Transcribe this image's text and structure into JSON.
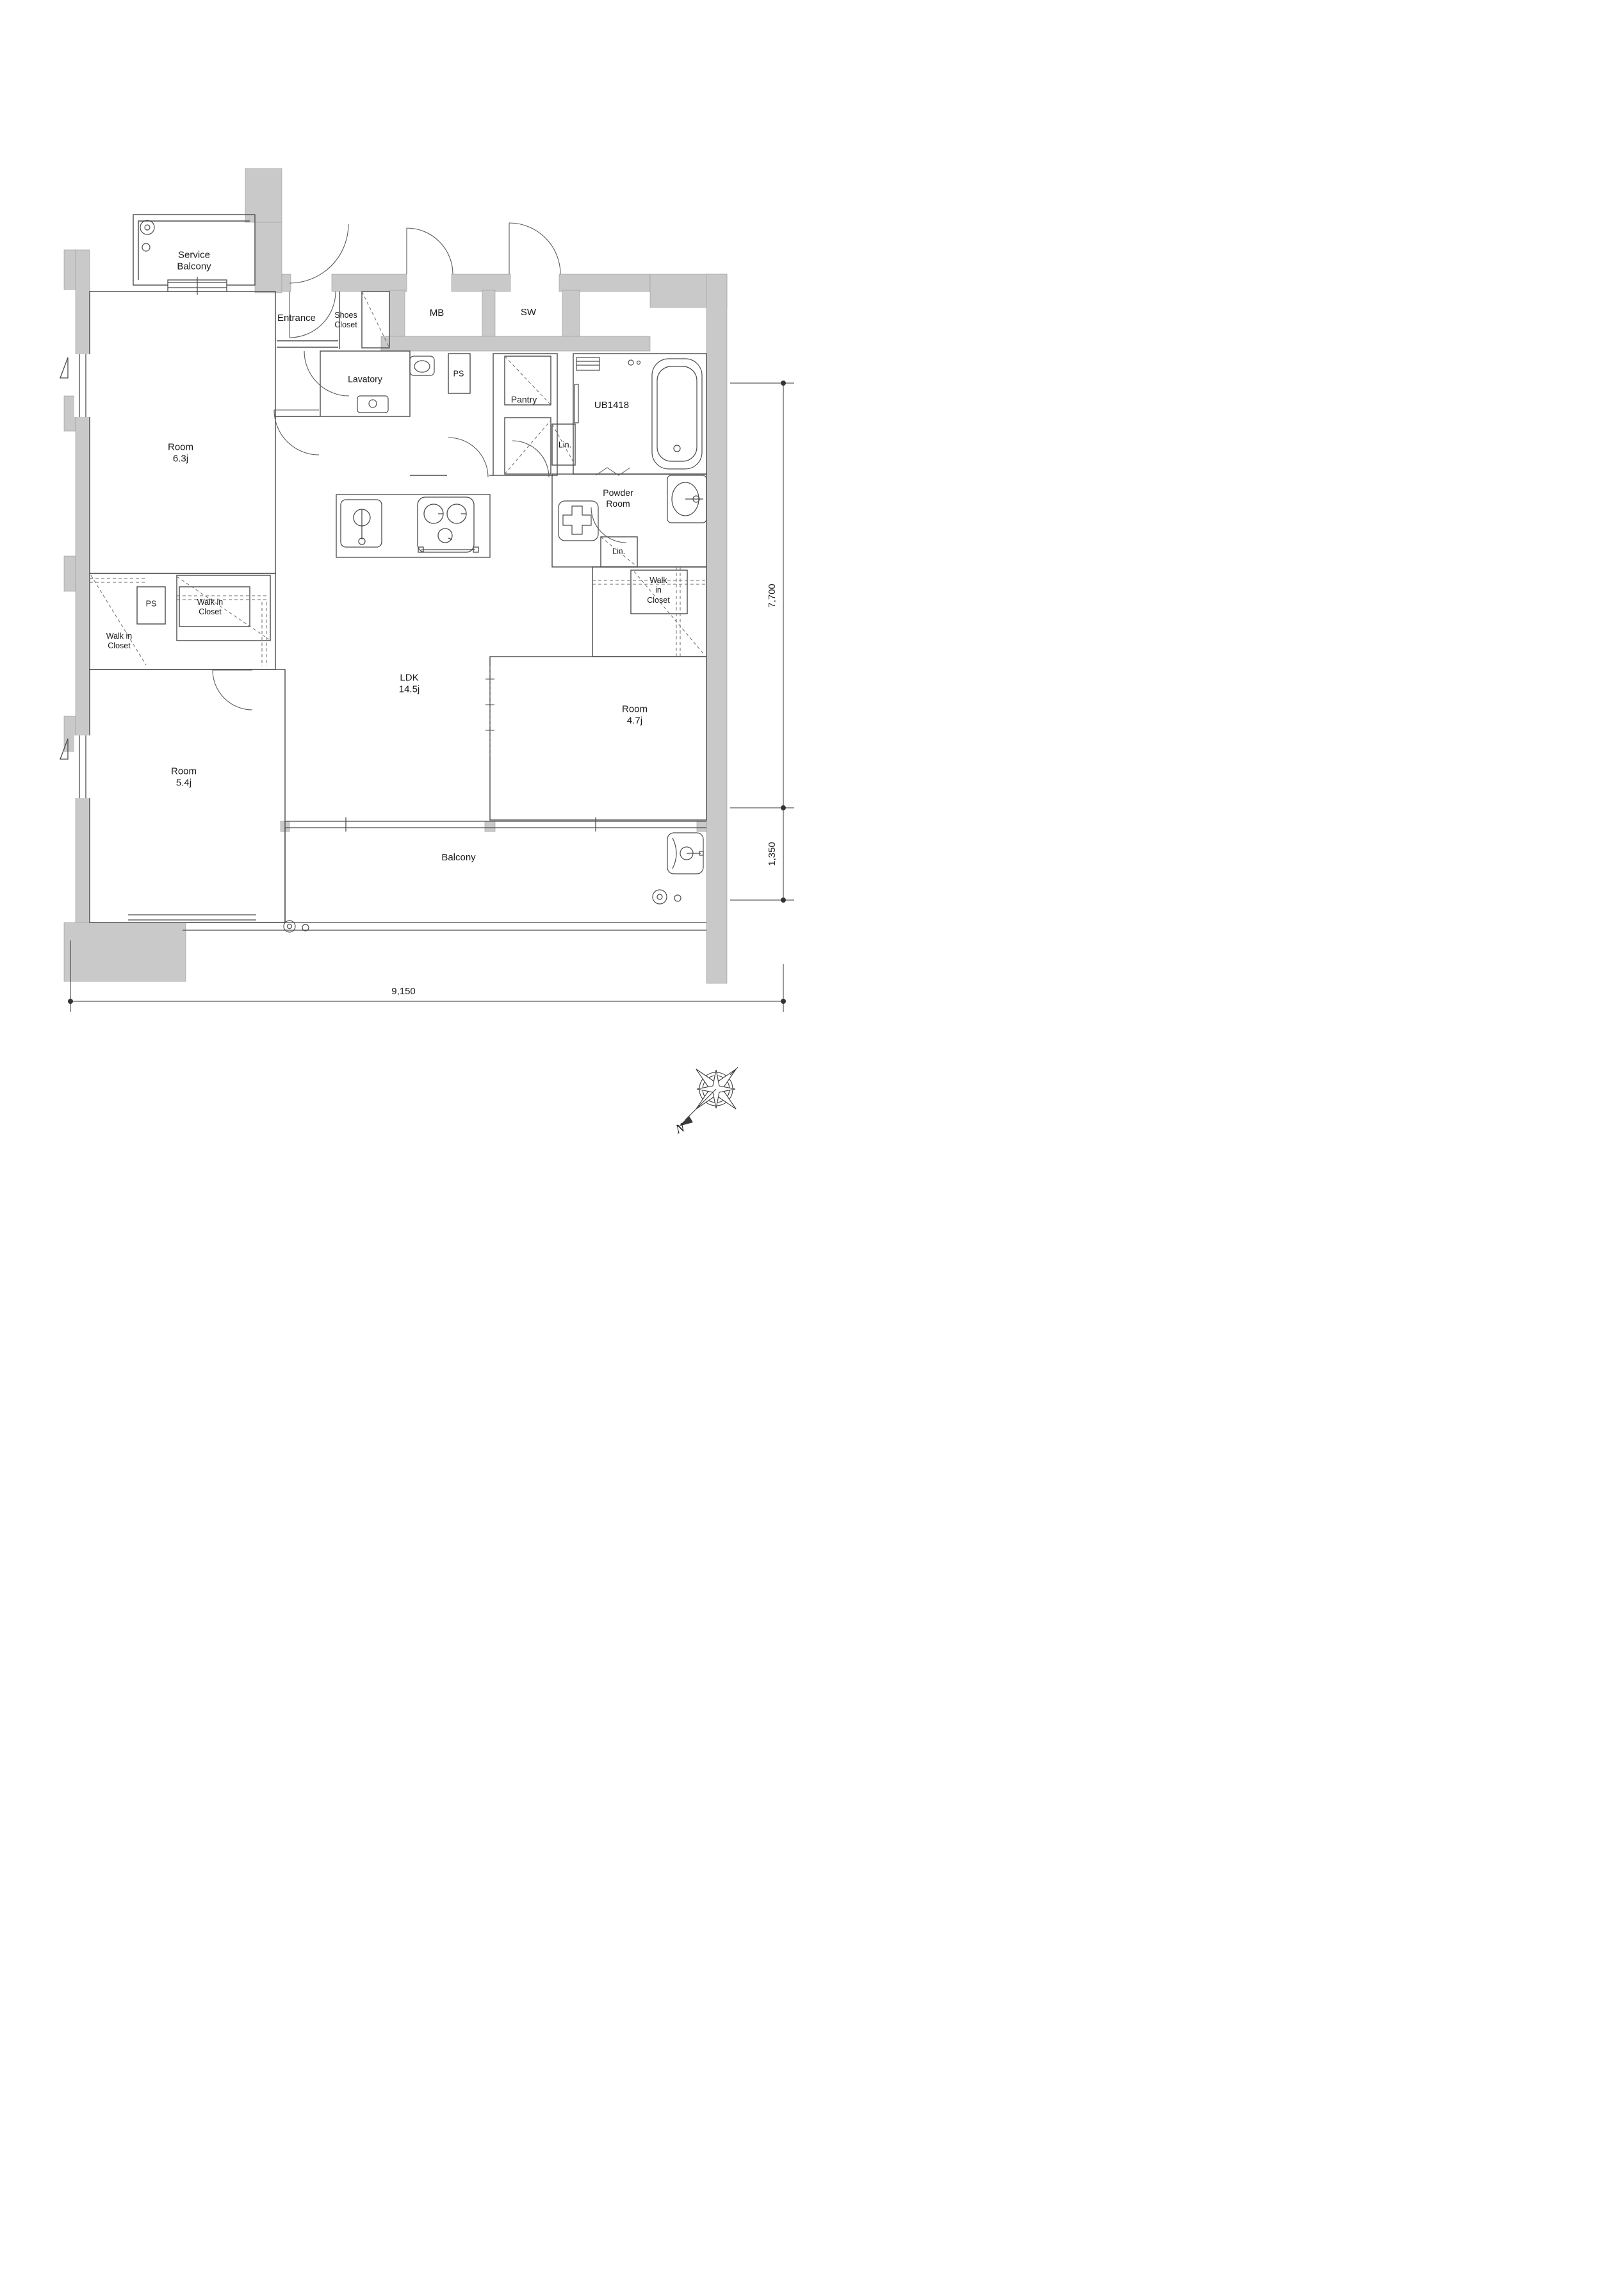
{
  "rooms": {
    "service_balcony": "Service\nBalcony",
    "entrance": "Entrance",
    "shoes_closet": "Shoes\nCloset",
    "mb": "MB",
    "sw": "SW",
    "lavatory": "Lavatory",
    "ps_upper": "PS",
    "pantry": "Pantry",
    "unit_bath": "UB1418",
    "linen_hall": "Lin.",
    "powder_room": "Powder\nRoom",
    "linen_powder": "Lin.",
    "walk_in_closet_right": "Walk\nin\nCloset",
    "ps_left": "PS",
    "walk_in_closet_middle": "Walk in\nCloset",
    "walk_in_closet_left": "Walk in\nCloset",
    "room_6_3": "Room\n6.3j",
    "ldk": "LDK\n14.5j",
    "room_4_7": "Room\n4.7j",
    "room_5_4": "Room\n5.4j",
    "balcony": "Balcony"
  },
  "dimensions": {
    "right_main": "7,700",
    "right_balcony": "1,350",
    "bottom": "9,150"
  },
  "compass": {
    "north_label": "N"
  },
  "colors": {
    "wall_fill": "#c9c9c9",
    "line": "#4a4a4a",
    "text": "#1a1a1a",
    "background": "#ffffff"
  }
}
